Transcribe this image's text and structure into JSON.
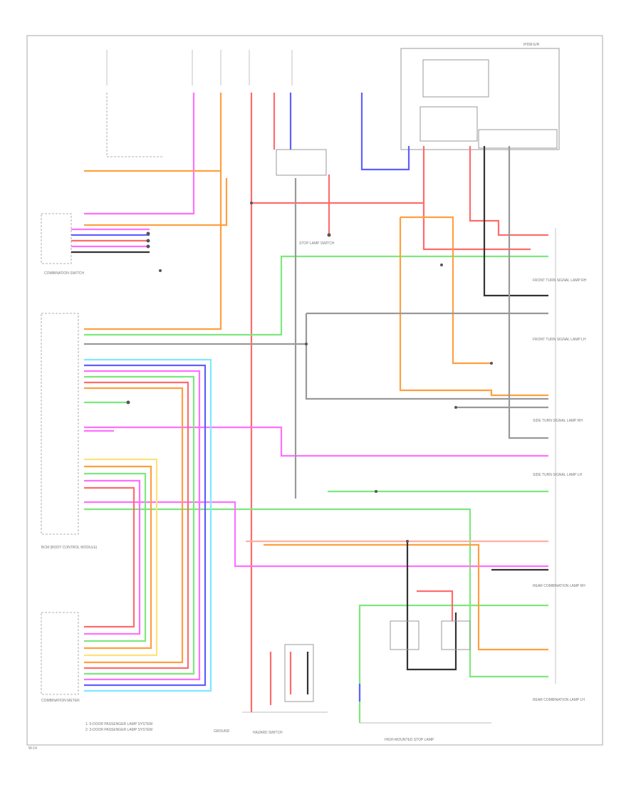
{
  "colors": {
    "pink": "#ff6fff",
    "orange": "#ff9f40",
    "red": "#ff6b6b",
    "green": "#7de87d",
    "blue": "#5f5fff",
    "cyan": "#7fe8ff",
    "yellow": "#ffe27a",
    "gray": "#7a7a7a",
    "dark": "#333333"
  },
  "labels": {
    "combination_meter": "COMBINATION METER",
    "combination_switch": "COMBINATION SWITCH",
    "body_control_module": "BCM (BODY CONTROL MODULE)",
    "ipdm": "IPDM E/R",
    "stop_lamp_switch": "STOP LAMP SWITCH",
    "hazard_switch": "HAZARD SWITCH",
    "front_turn_rh": "FRONT TURN SIGNAL LAMP RH",
    "front_turn_lh": "FRONT TURN SIGNAL LAMP LH",
    "rear_combination_rh": "REAR COMBINATION LAMP RH",
    "rear_combination_lh": "REAR COMBINATION LAMP LH",
    "high_mounted_stop": "HIGH-MOUNTED STOP LAMP",
    "side_turn_rh": "SIDE TURN SIGNAL LAMP RH",
    "side_turn_lh": "SIDE TURN SIGNAL LAMP LH",
    "ground": "GROUND",
    "footnote_1": "1: 5-DOOR PASSENGER LAMP SYSTEM",
    "footnote_2": "2: 3-DOOR PASSENGER LAMP SYSTEM",
    "page_ref": "W-14"
  }
}
